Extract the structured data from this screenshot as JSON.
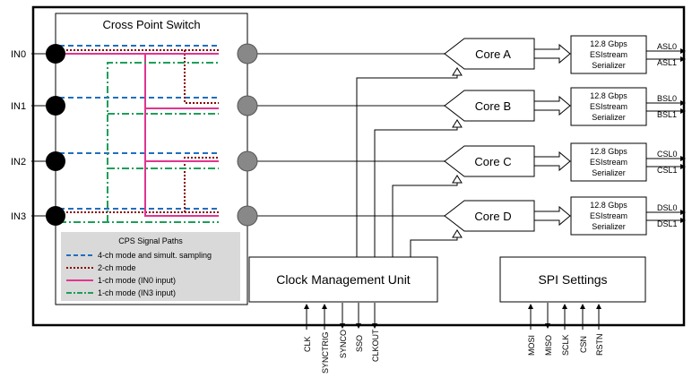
{
  "title": "Cross Point Switch",
  "inputs": [
    "IN0",
    "IN1",
    "IN2",
    "IN3"
  ],
  "cores": [
    "Core A",
    "Core B",
    "Core C",
    "Core D"
  ],
  "serializer": {
    "line1": "12.8 Gbps",
    "line2": "ESIstream",
    "line3": "Serializer"
  },
  "lanes": [
    [
      "ASL0",
      "ASL1"
    ],
    [
      "BSL0",
      "BSL1"
    ],
    [
      "CSL0",
      "CSL1"
    ],
    [
      "DSL0",
      "DSL1"
    ]
  ],
  "legend": {
    "title": "CPS Signal Paths",
    "items": [
      {
        "label": "4-ch mode and simult. sampling",
        "color": "#1f6fbf",
        "style": "dashed"
      },
      {
        "label": "2-ch mode",
        "color": "#8b0000",
        "style": "dotted"
      },
      {
        "label": "1-ch mode (IN0 input)",
        "color": "#e0358f",
        "style": "solid"
      },
      {
        "label": "1-ch mode (IN3 input)",
        "color": "#1f9e5a",
        "style": "dashdot"
      }
    ]
  },
  "clock_unit": "Clock Management Unit",
  "spi_unit": "SPI Settings",
  "clock_pins": [
    "CLK",
    "SYNCTRIG",
    "SYNCO",
    "SSO",
    "CLKOUT"
  ],
  "spi_pins": [
    "MOSI",
    "MISO",
    "SCLK",
    "CSN",
    "RSTN"
  ]
}
